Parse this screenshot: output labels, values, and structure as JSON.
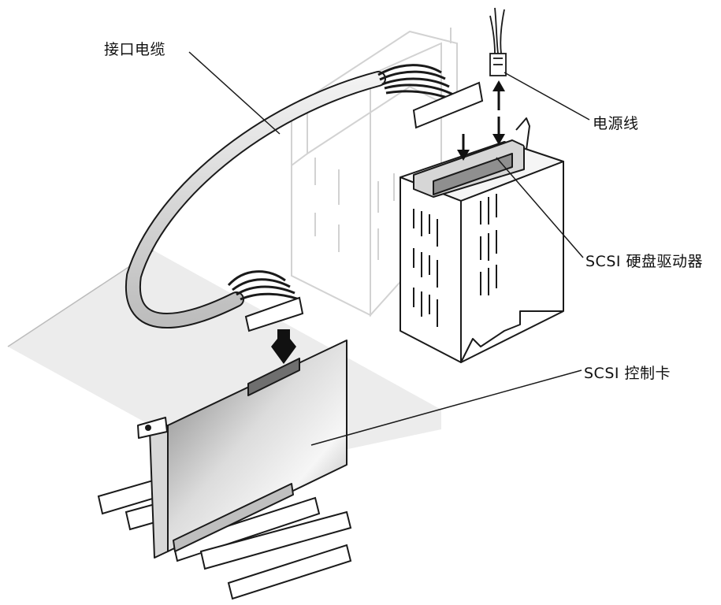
{
  "labels": {
    "interface_cable": "接口电缆",
    "power_cable": "电源线",
    "scsi_drive": "SCSI 硬盘驱动器",
    "scsi_card": "SCSI 控制卡"
  },
  "colors": {
    "line": "#1a1a1a",
    "faded_line": "#cfcfcf",
    "board_shadow": "#e6e6e6",
    "card_light": "#f4f4f4",
    "card_dark": "#8a8a8a",
    "drive_fill": "#ffffff"
  },
  "icons": {
    "arrow_down": "down-arrow-icon",
    "arrow_up": "up-arrow-icon",
    "arrow_double": "double-arrow-icon"
  }
}
